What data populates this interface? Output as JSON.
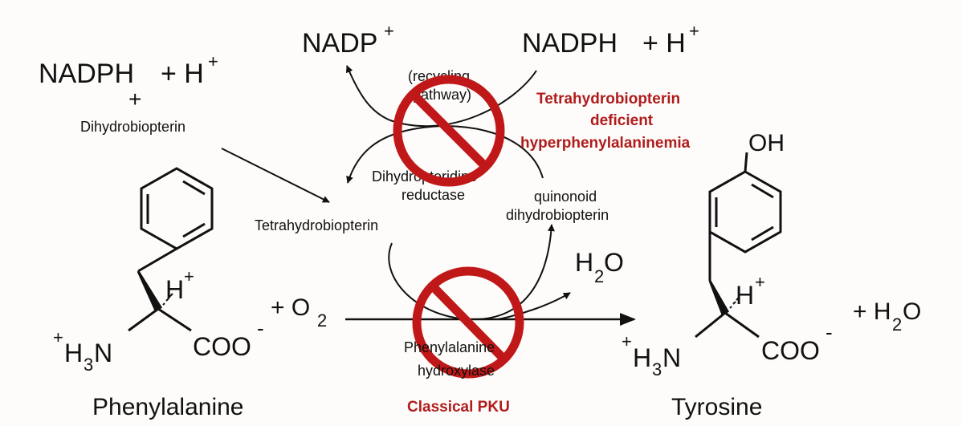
{
  "cofactors": {
    "nadph_left": "NADPH",
    "plus_h_left": "+ H",
    "h_sup_left": "+",
    "plus_mid": "+",
    "dihydrobiopterin": "Dihydrobiopterin",
    "nadp": "NADP",
    "nadp_sup": "+",
    "nadph_right": "NADPH",
    "plus_h_right": "+ H",
    "h_sup_right": "+"
  },
  "cycle": {
    "recycling_line1": "(recycling",
    "recycling_line2": "pathway)",
    "reductase_line1": "Dihydropteridine",
    "reductase_line2": "reductase",
    "tetrahydrobiopterin": "Tetrahydrobiopterin",
    "quinonoid_line1": "quinonoid",
    "quinonoid_line2": "dihydrobiopterin"
  },
  "disorders": {
    "bh4_line1": "Tetrahydrobiopterin",
    "bh4_line2": "deficient",
    "bh4_line3": "hyperphenylalaninemia",
    "classical": "Classical PKU"
  },
  "reaction": {
    "plus_o2": "+ O",
    "o2_sub": "2",
    "water_h": "H",
    "water_sub": "2",
    "water_o": "O",
    "enzyme_line1": "Phenylalanine",
    "enzyme_line2": "hydroxylase",
    "plus_h2o": "+ H",
    "h2o_sub": "2",
    "h2o_o": "O"
  },
  "phenylalanine": {
    "name": "Phenylalanine",
    "h": "H",
    "h_sup": "+",
    "n_sup": "+",
    "n_h": "H",
    "n_sub": "3",
    "n_n": "N",
    "coo": "COO",
    "coo_sup": "-"
  },
  "tyrosine": {
    "name": "Tyrosine",
    "oh": "OH",
    "h": "H",
    "h_sup": "+",
    "n_sup": "+",
    "n_h": "H",
    "n_sub": "3",
    "n_n": "N",
    "coo": "COO",
    "coo_sup": "-"
  },
  "colors": {
    "ink": "#111111",
    "prohibit_red": "#c01818",
    "label_red": "#b01c1c"
  }
}
